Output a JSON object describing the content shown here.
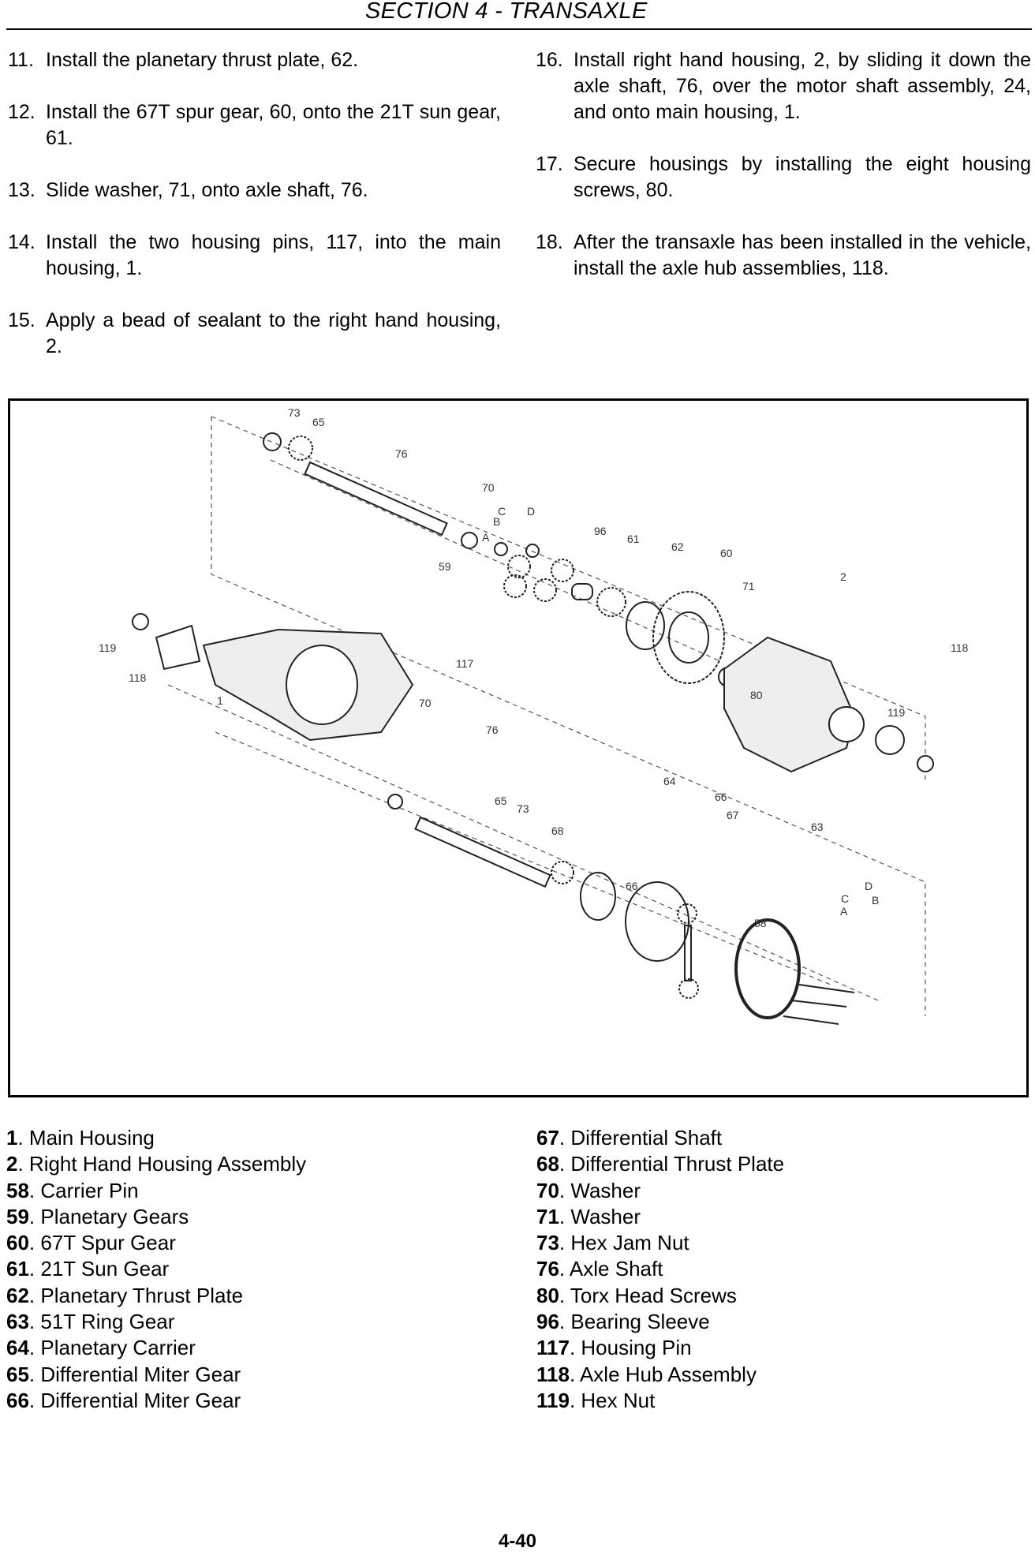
{
  "header": {
    "title": "SECTION 4 - TRANSAXLE"
  },
  "steps_left": [
    {
      "num": "11.",
      "text": "Install the planetary thrust plate, 62."
    },
    {
      "num": "12.",
      "text": "Install the 67T spur gear, 60, onto the 21T sun gear, 61."
    },
    {
      "num": "13.",
      "text": "Slide washer, 71, onto axle shaft, 76."
    },
    {
      "num": "14.",
      "text": "Install the two housing pins, 117, into the main housing, 1."
    },
    {
      "num": "15.",
      "text": "Apply a bead of sealant to the right hand housing, 2."
    }
  ],
  "steps_right": [
    {
      "num": "16.",
      "text": "Install right hand housing, 2, by sliding it down the axle shaft, 76, over the motor shaft assembly, 24, and onto main housing, 1."
    },
    {
      "num": "17.",
      "text": "Secure housings by installing the eight housing screws, 80."
    },
    {
      "num": "18.",
      "text": "After the transaxle has been installed in the vehicle, install the axle hub assemblies, 118."
    }
  ],
  "figure": {
    "callouts": {
      "c73a": "73",
      "c65a": "65",
      "c76a": "76",
      "c70a": "70",
      "cA": "A",
      "cB": "B",
      "cC": "C",
      "cD": "D",
      "c59": "59",
      "c96": "96",
      "c61": "61",
      "c62": "62",
      "c60": "60",
      "c71": "71",
      "c2": "2",
      "c119a": "119",
      "c118a": "118",
      "c1": "1",
      "c117": "117",
      "c70b": "70",
      "c76b": "76",
      "c118b": "118",
      "c80": "80",
      "c119b": "119",
      "c64": "64",
      "c66a": "66",
      "c67": "67",
      "c63": "63",
      "c65b": "65",
      "c73b": "73",
      "c68": "68",
      "c66b": "66",
      "c58": "58",
      "cD2": "D",
      "cC2": "C",
      "cB2": "B",
      "cA2": "A"
    }
  },
  "legend_left": [
    {
      "num": "1",
      "label": ". Main Housing"
    },
    {
      "num": "2",
      "label": ". Right Hand Housing Assembly"
    },
    {
      "num": "58",
      "label": ". Carrier Pin"
    },
    {
      "num": "59",
      "label": ". Planetary Gears"
    },
    {
      "num": "60",
      "label": ". 67T Spur Gear"
    },
    {
      "num": "61",
      "label": ". 21T Sun Gear"
    },
    {
      "num": "62",
      "label": ". Planetary Thrust Plate"
    },
    {
      "num": "63",
      "label": ". 51T Ring Gear"
    },
    {
      "num": "64",
      "label": ". Planetary Carrier"
    },
    {
      "num": "65",
      "label": ". Differential Miter Gear"
    },
    {
      "num": "66",
      "label": ". Differential Miter Gear"
    }
  ],
  "legend_right": [
    {
      "num": "67",
      "label": ". Differential Shaft"
    },
    {
      "num": "68",
      "label": ". Differential Thrust Plate"
    },
    {
      "num": "70",
      "label": ". Washer"
    },
    {
      "num": "71",
      "label": ". Washer"
    },
    {
      "num": "73",
      "label": ". Hex Jam Nut"
    },
    {
      "num": "76",
      "label": ". Axle Shaft"
    },
    {
      "num": "80",
      "label": ". Torx Head Screws"
    },
    {
      "num": "96",
      "label": ". Bearing Sleeve"
    },
    {
      "num": "117",
      "label": ". Housing Pin"
    },
    {
      "num": "118",
      "label": ". Axle Hub Assembly"
    },
    {
      "num": "119",
      "label": ". Hex Nut"
    }
  ],
  "footer": {
    "page": "4-40"
  }
}
